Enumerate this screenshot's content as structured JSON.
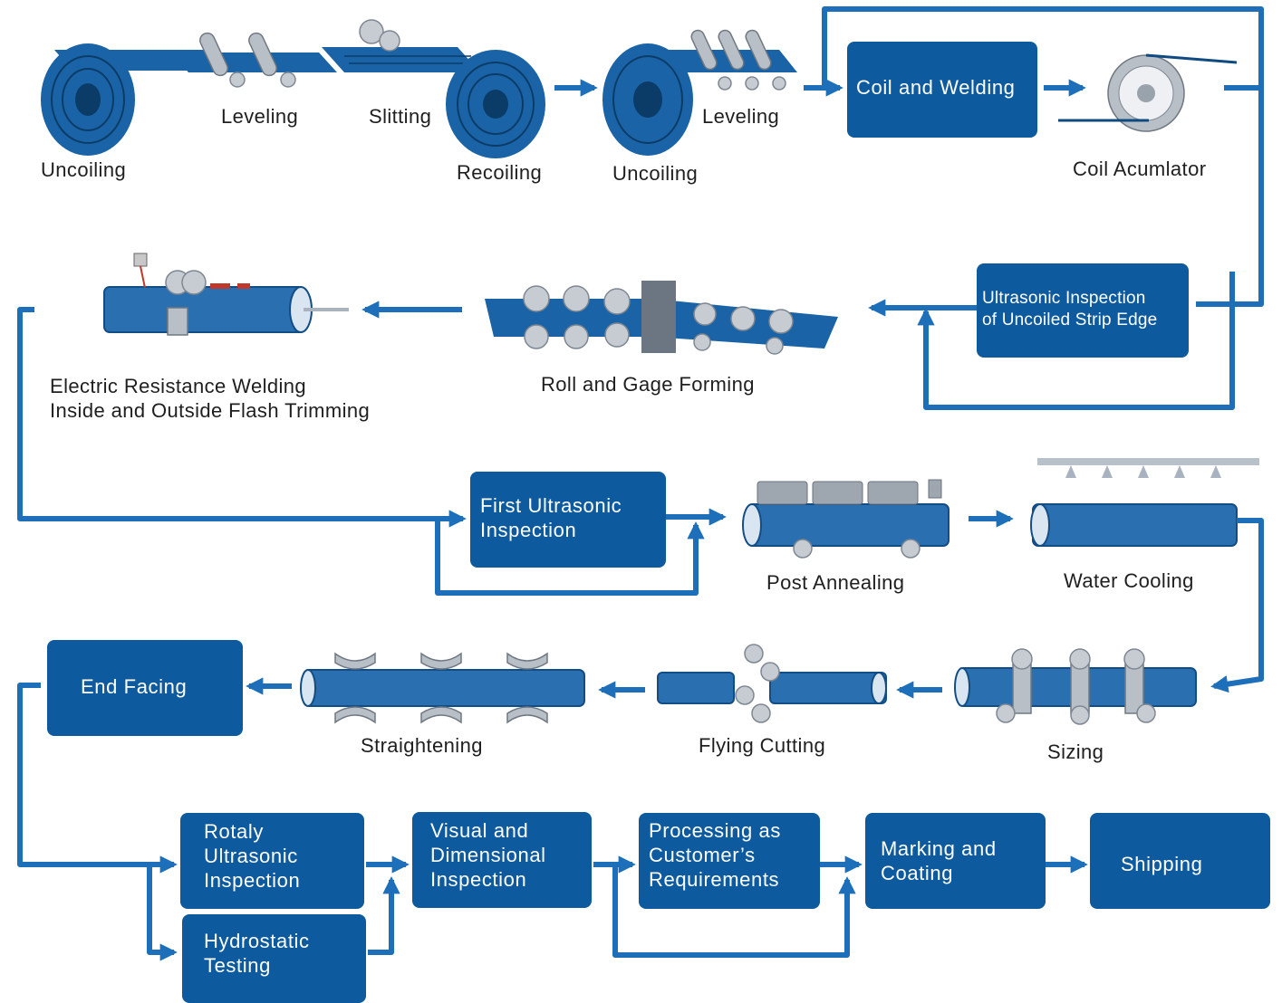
{
  "colors": {
    "box": "#0e5a9e",
    "flow": "#1c6fb8",
    "strip": "#1a63a6",
    "text": "#1f1f1f"
  },
  "labels": {
    "uncoiling_1": "Uncoiling",
    "leveling_1": "Leveling",
    "slitting": "Slitting",
    "recoiling": "Recoiling",
    "uncoiling_2": "Uncoiling",
    "leveling_2": "Leveling",
    "coil_accumulator": "Coil Acumlator",
    "erw_line1": "Electric Resistance Welding",
    "erw_line2": "Inside and Outside Flash Trimming",
    "roll_forming": "Roll and Gage Forming",
    "post_annealing": "Post Annealing",
    "water_cooling": "Water Cooling",
    "straightening": "Straightening",
    "flying_cutting": "Flying Cutting",
    "sizing": "Sizing"
  },
  "boxes": {
    "coil_welding": "Coil and Welding",
    "ut_strip_edge": [
      "Ultrasonic Inspection",
      "of Uncoiled Strip Edge"
    ],
    "first_ut": [
      "First Ultrasonic",
      "Inspection"
    ],
    "end_facing": "End Facing",
    "rotary_ut": [
      "Rotaly",
      "Ultrasonic",
      "Inspection"
    ],
    "hydrostatic": [
      "Hydrostatic",
      "Testing"
    ],
    "visual": [
      "Visual and",
      "Dimensional",
      "Inspection"
    ],
    "processing": [
      "Processing as",
      "Customer’s",
      "Requirements"
    ],
    "marking": [
      "Marking and",
      "Coating"
    ],
    "shipping": "Shipping"
  },
  "icons": [
    "coil-icon",
    "roller-icon",
    "pipe-icon",
    "cutter-icon",
    "spray-icon",
    "heater-icon",
    "gauge-icon"
  ]
}
